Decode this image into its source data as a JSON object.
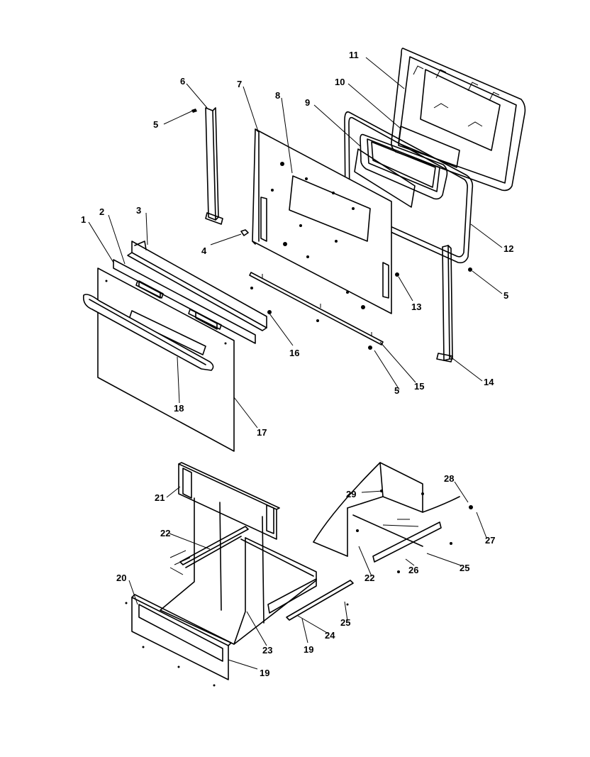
{
  "callouts": {
    "c1": "1",
    "c2": "2",
    "c3": "3",
    "c4": "4",
    "c5a": "5",
    "c5b": "5",
    "c5c": "5",
    "c6": "6",
    "c7": "7",
    "c8": "8",
    "c9": "9",
    "c10": "10",
    "c11": "11",
    "c12": "12",
    "c13": "13",
    "c14": "14",
    "c15": "15",
    "c16": "16",
    "c17": "17",
    "c18": "18",
    "c19a": "19",
    "c19b": "19",
    "c20": "20",
    "c21": "21",
    "c22a": "22",
    "c22b": "22",
    "c23": "23",
    "c24": "24",
    "c25a": "25",
    "c25b": "25",
    "c26": "26",
    "c27": "27",
    "c28": "28",
    "c29": "29"
  }
}
